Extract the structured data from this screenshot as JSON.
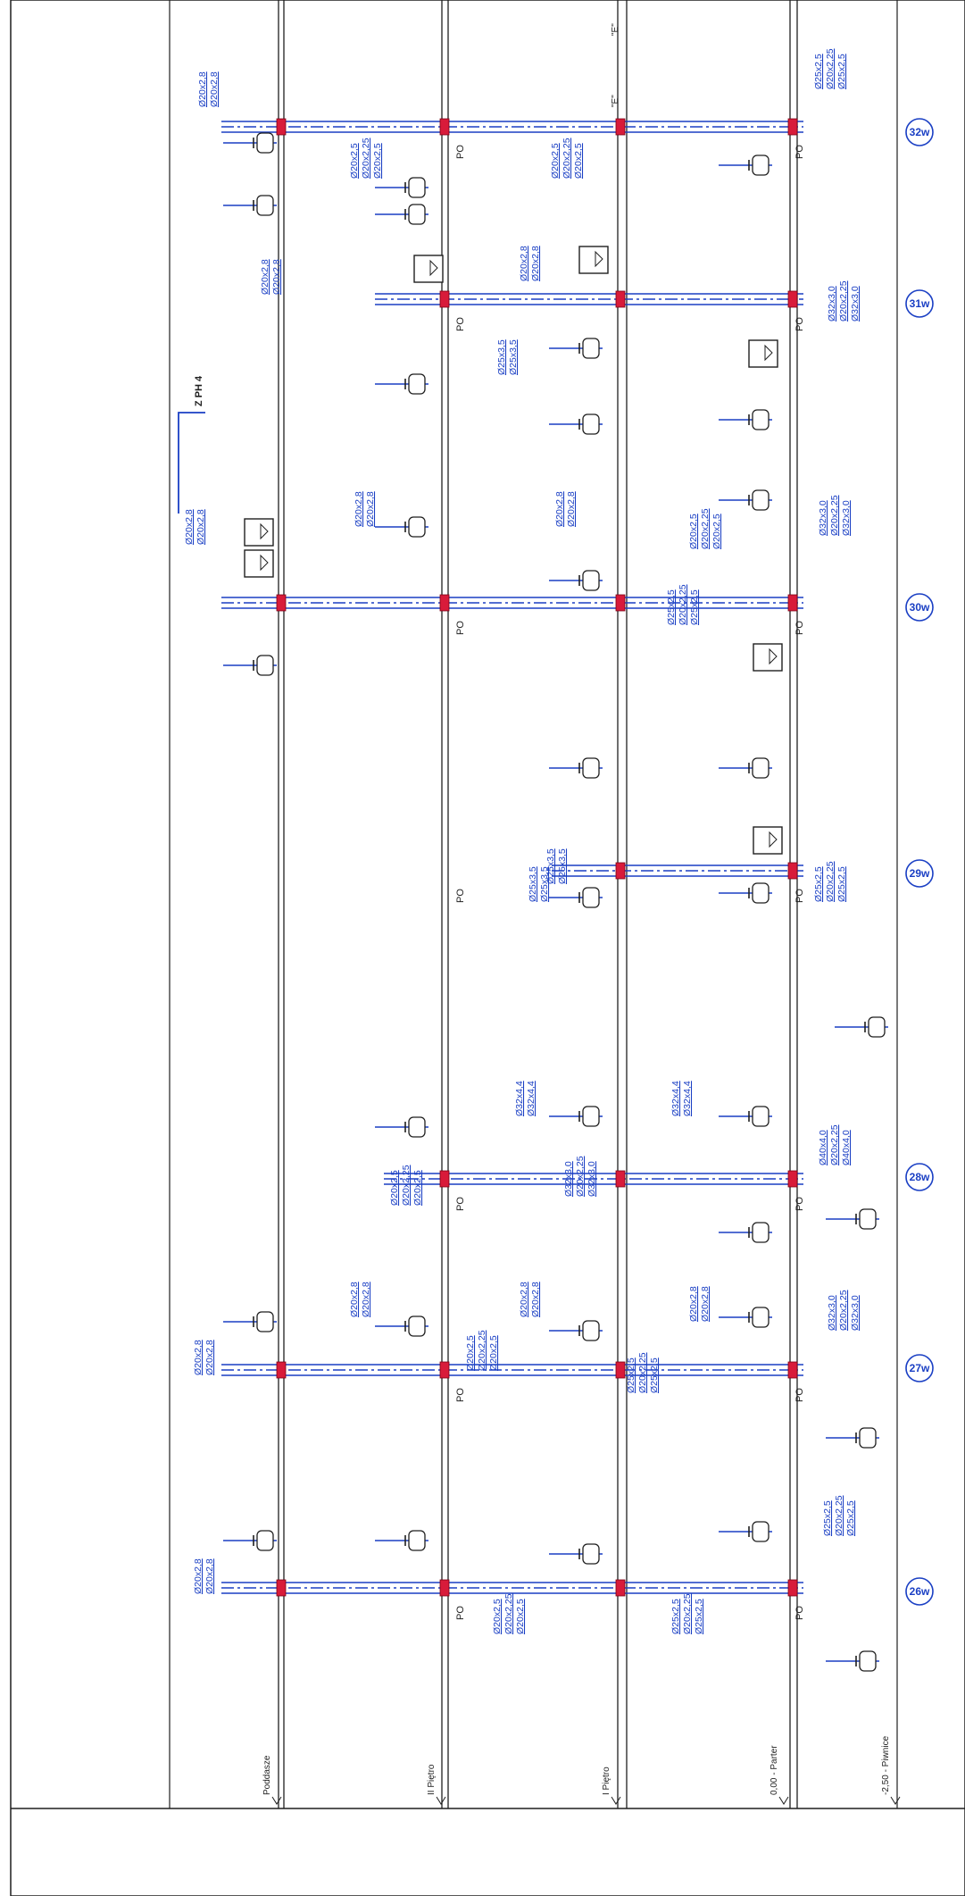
{
  "levels": [
    {
      "id": "poddasze",
      "label": "Poddasze"
    },
    {
      "id": "ii-pietro",
      "label": "II Piętro"
    },
    {
      "id": "i-pietro",
      "label": "I Piętro"
    },
    {
      "id": "parter",
      "label": "0,00 - Parter"
    },
    {
      "id": "piwnice",
      "label": "-2,50 - Piwnice"
    }
  ],
  "risers": [
    "26w",
    "27w",
    "28w",
    "29w",
    "30w",
    "31w",
    "32w"
  ],
  "valve_marker": "PO",
  "zph_label": "Z PH 4",
  "section_mark": "\"E\"",
  "pipe_callouts": [
    [
      "Ø20x2,8",
      "Ø20x2,8"
    ],
    [
      "Ø20x2,5",
      "Ø20x2,25",
      "Ø20x2,5"
    ],
    [
      "Ø25x2,5",
      "Ø20x2,25",
      "Ø25x2,5"
    ],
    [
      "Ø25x3,5",
      "Ø25x3,5"
    ],
    [
      "Ø32x3,0",
      "Ø20x2,25",
      "Ø32x3,0"
    ],
    [
      "Ø32x4,4",
      "Ø32x4,4"
    ],
    [
      "Ø40x4,0",
      "Ø20x2,25",
      "Ø40x4,0"
    ]
  ],
  "colors": {
    "pipe": "#1a3fc4",
    "line": "#1f1f1f",
    "valve": "#d81b3a"
  }
}
